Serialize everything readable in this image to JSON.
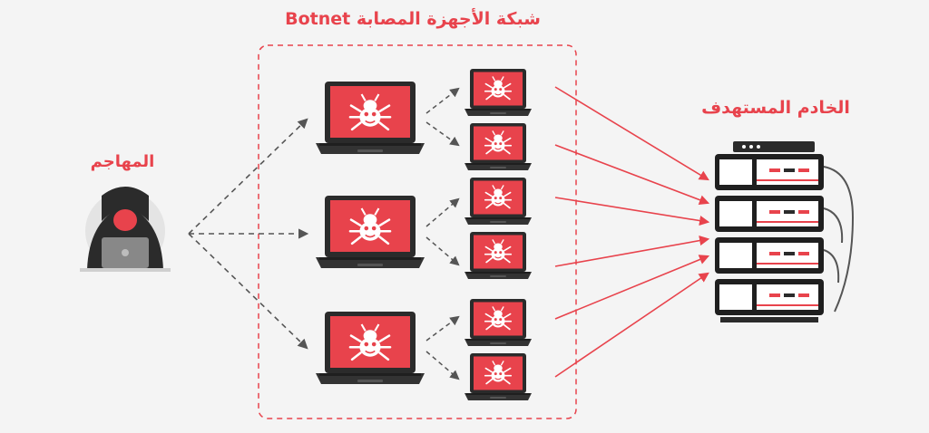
{
  "labels": {
    "botnet": "شبكة الأجهزة المصابة Botnet",
    "attacker": "المهاجم",
    "target_server": "الخادم المستهدف"
  },
  "colors": {
    "accent": "#e8434c",
    "laptop_body": "#2b2b2b",
    "screen_red": "#e8434c",
    "background": "#f4f4f4",
    "dashed_arrow": "#555555"
  },
  "icons": {
    "attacker": "hooded-hacker-icon",
    "infected_device": "laptop-bug-icon",
    "server": "server-rack-icon"
  },
  "structure": {
    "large_laptops": 3,
    "small_laptops_per_large": 2,
    "server_units": 4
  }
}
